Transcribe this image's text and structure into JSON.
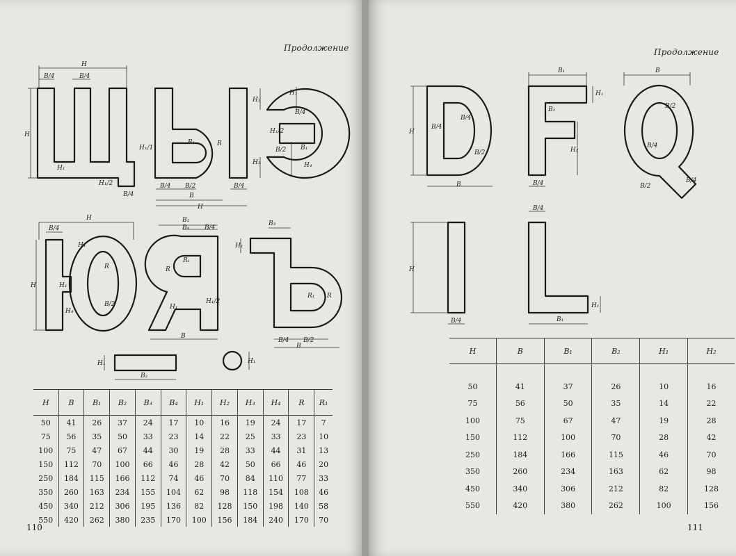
{
  "left_page": {
    "header": "Продолжение",
    "page_number": "110",
    "letters": [
      "Ш",
      "Ы",
      "Э",
      "Ю",
      "Я",
      "Ъ"
    ],
    "dimension_labels": {
      "h": "H",
      "b4": "B/4",
      "b2": "B/2",
      "b": "B",
      "r": "R",
      "r1": "R₁",
      "h1": "H₁",
      "h1_2": "H₁/2",
      "h1_1": "H₁/1",
      "h2": "H₂",
      "h3": "H₃",
      "h4": "H₄",
      "b1": "B₁",
      "b2_sub": "B₂",
      "b3": "B₃",
      "b4_sub": "B₄"
    },
    "table": {
      "headers": [
        "H",
        "B",
        "B₁",
        "B₂",
        "B₃",
        "B₄",
        "H₁",
        "H₂",
        "H₃",
        "H₄",
        "R",
        "R₁"
      ],
      "rows": [
        [
          "50",
          "41",
          "26",
          "37",
          "24",
          "17",
          "10",
          "16",
          "19",
          "24",
          "17",
          "7"
        ],
        [
          "75",
          "56",
          "35",
          "50",
          "33",
          "23",
          "14",
          "22",
          "25",
          "33",
          "23",
          "10"
        ],
        [
          "100",
          "75",
          "47",
          "67",
          "44",
          "30",
          "19",
          "28",
          "33",
          "44",
          "31",
          "13"
        ],
        [
          "150",
          "112",
          "70",
          "100",
          "66",
          "46",
          "28",
          "42",
          "50",
          "66",
          "46",
          "20"
        ],
        [
          "250",
          "184",
          "115",
          "166",
          "112",
          "74",
          "46",
          "70",
          "84",
          "110",
          "77",
          "33"
        ],
        [
          "350",
          "260",
          "163",
          "234",
          "155",
          "104",
          "62",
          "98",
          "118",
          "154",
          "108",
          "46"
        ],
        [
          "450",
          "340",
          "212",
          "306",
          "195",
          "136",
          "82",
          "128",
          "150",
          "198",
          "140",
          "58"
        ],
        [
          "550",
          "420",
          "262",
          "380",
          "235",
          "170",
          "100",
          "156",
          "184",
          "240",
          "170",
          "70"
        ]
      ]
    }
  },
  "right_page": {
    "header": "Продолжение",
    "page_number": "111",
    "letters": [
      "D",
      "F",
      "Q",
      "I",
      "L"
    ],
    "dimension_labels": {
      "h": "H",
      "b": "B",
      "b4": "B/4",
      "b2": "B/2",
      "b1": "B₁",
      "b2_sub": "B₂",
      "h1": "H₁",
      "h2": "H₂"
    },
    "table": {
      "headers": [
        "H",
        "B",
        "B₁",
        "B₂",
        "H₁",
        "H₂"
      ],
      "rows": [
        [
          "50",
          "41",
          "37",
          "26",
          "10",
          "16"
        ],
        [
          "75",
          "56",
          "50",
          "35",
          "14",
          "22"
        ],
        [
          "100",
          "75",
          "67",
          "47",
          "19",
          "28"
        ],
        [
          "150",
          "112",
          "100",
          "70",
          "28",
          "42"
        ],
        [
          "250",
          "184",
          "166",
          "115",
          "46",
          "70"
        ],
        [
          "350",
          "260",
          "234",
          "163",
          "62",
          "98"
        ],
        [
          "450",
          "340",
          "306",
          "212",
          "82",
          "128"
        ],
        [
          "550",
          "420",
          "380",
          "262",
          "100",
          "156"
        ]
      ]
    }
  },
  "colors": {
    "paper": "#e7e7e4",
    "ink": "#1a1a1a",
    "gutter": "#9d9d9a"
  }
}
